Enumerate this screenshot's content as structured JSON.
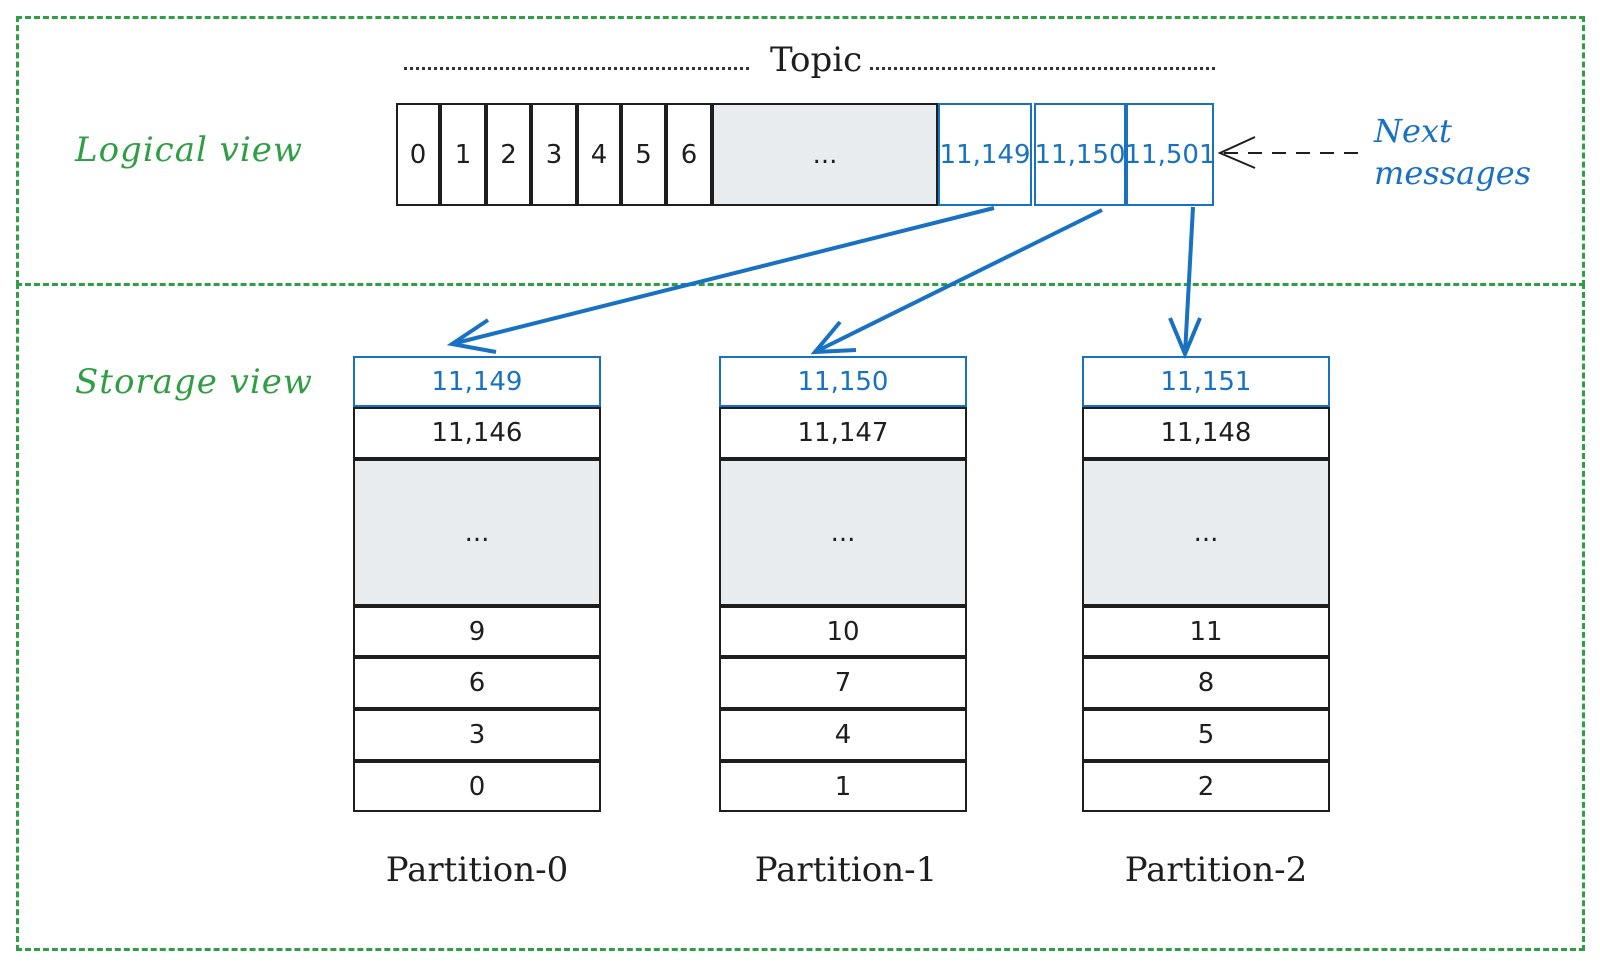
{
  "sections": {
    "logical": "Logical view",
    "storage": "Storage view"
  },
  "topic": {
    "title": "Topic",
    "cells": [
      "0",
      "1",
      "2",
      "3",
      "4",
      "5",
      "6",
      "...",
      "11,149",
      "11,150",
      "11,501"
    ]
  },
  "next_messages": {
    "line1": "Next",
    "line2": "messages"
  },
  "partitions": [
    {
      "name": "Partition-0",
      "cells": [
        "11,149",
        "11,146",
        "...",
        "9",
        "6",
        "3",
        "0"
      ]
    },
    {
      "name": "Partition-1",
      "cells": [
        "11,150",
        "11,147",
        "...",
        "10",
        "7",
        "4",
        "1"
      ]
    },
    {
      "name": "Partition-2",
      "cells": [
        "11,151",
        "11,148",
        "...",
        "11",
        "8",
        "5",
        "2"
      ]
    }
  ],
  "colors": {
    "region_border": "#2f9e44",
    "new_message": "#1971c2",
    "ellipsis_fill": "#e9ecef"
  }
}
